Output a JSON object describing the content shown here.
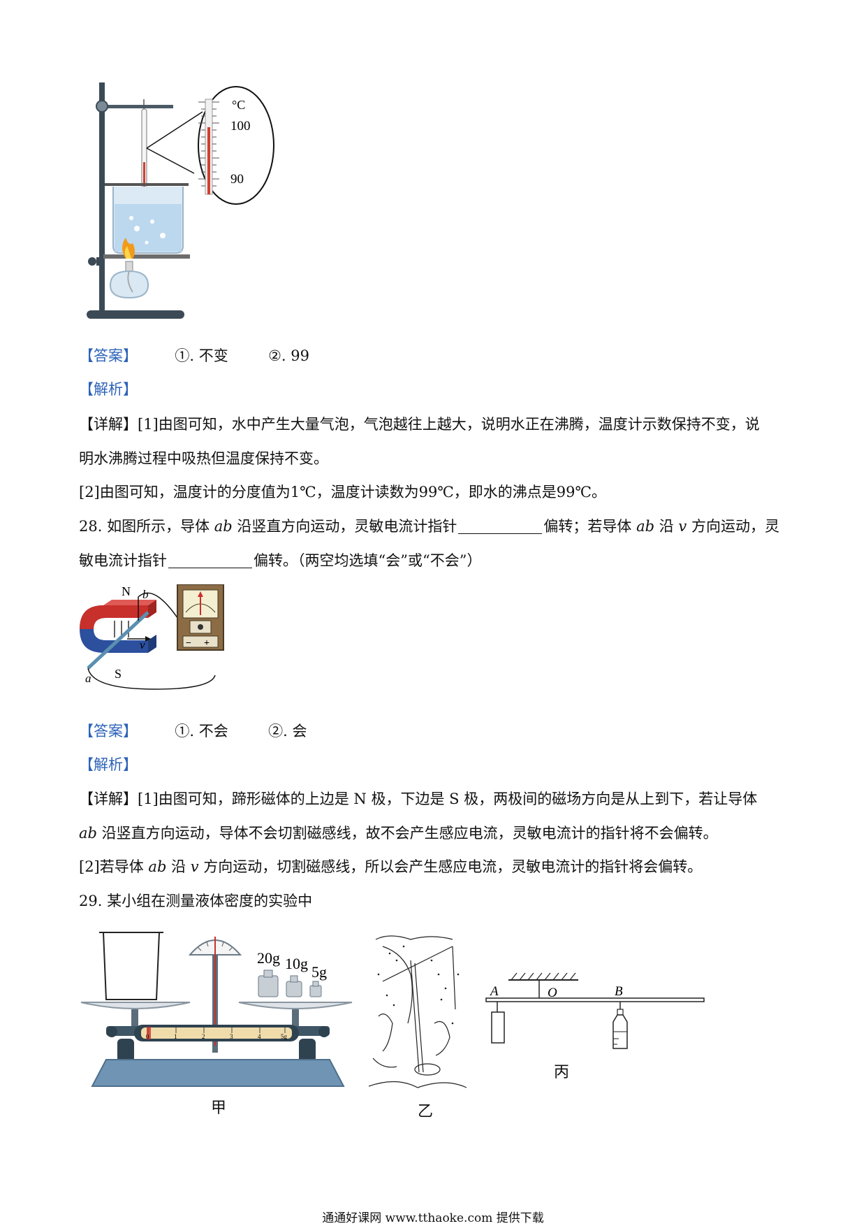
{
  "q27": {
    "thermometer_unit": "°C",
    "thermometer_ticks": [
      "100",
      "90"
    ],
    "answer_tag": "【答案】",
    "answer_1": "①. 不变",
    "answer_2": "②. 99",
    "analysis_tag": "【解析】",
    "detail_line1": "【详解】[1]由图可知，水中产生大量气泡，气泡越往上越大，说明水正在沸腾，温度计示数保持不变，说",
    "detail_line2": "明水沸腾过程中吸热但温度保持不变。",
    "detail_line3": "[2]由图可知，温度计的分度值为1℃，温度计读数为99℃，即水的沸点是99℃。"
  },
  "q28": {
    "line1_a": "28. 如图所示，导体 ",
    "ab": "ab",
    "line1_b": " 沿竖直方向运动，灵敏电流计指针",
    "line1_c": "偏转；若导体 ",
    "line1_d": " 沿 ",
    "v": "v",
    "line1_e": " 方向运动，灵",
    "line2_a": "敏电流计指针",
    "line2_b": "偏转。（两空均选填“会”或“不会”）",
    "fig_labels": {
      "n": "N",
      "s": "S",
      "a": "a",
      "b": "b",
      "v": "v",
      "minus": "−",
      "plus": "+"
    },
    "answer_tag": "【答案】",
    "answer_1": "①. 不会",
    "answer_2": "②. 会",
    "analysis_tag": "【解析】",
    "detail_line1": "【详解】[1]由图可知，蹄形磁体的上边是 N 极，下边是 S 极，两极间的磁场方向是从上到下，若让导体",
    "detail_line2_a": "ab",
    "detail_line2_b": " 沿竖直方向运动，导体不会切割磁感线，故不会产生感应电流，灵敏电流计的指针将不会偏转。",
    "detail_line3_a": "[2]若导体 ",
    "detail_line3_b": "ab",
    "detail_line3_c": " 沿 ",
    "detail_line3_d": "v",
    "detail_line3_e": " 方向运动，切割磁感线，所以会产生感应电流，灵敏电流计的指针将会偏转。"
  },
  "q29": {
    "title": "29. 某小组在测量液体密度的实验中",
    "weights": [
      "20g",
      "10g",
      "5g"
    ],
    "scale_ticks": [
      "0",
      "1",
      "2",
      "3",
      "4",
      "5g"
    ],
    "lever_labels": {
      "a": "A",
      "o": "O",
      "b": "B"
    },
    "caption_jia": "甲",
    "caption_yi": "乙",
    "caption_bing": "丙"
  },
  "footer": "通通好课网 www.tthaoke.com 提供下载"
}
